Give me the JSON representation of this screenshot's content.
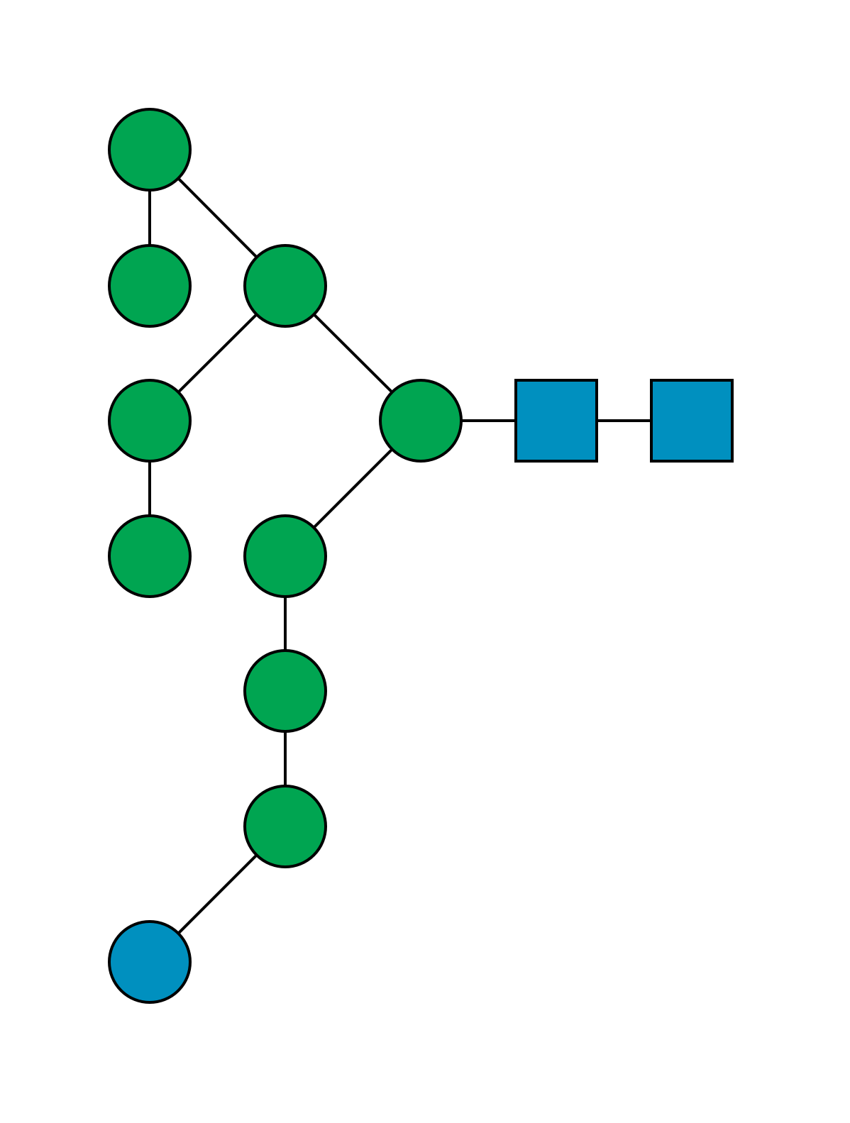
{
  "colors": {
    "green": "#00a551",
    "blue": "#0090bf",
    "outline": "#000000",
    "background": "#ffffff"
  },
  "nodes": [
    {
      "id": "n1",
      "shape": "circle",
      "color": "green"
    },
    {
      "id": "n2",
      "shape": "circle",
      "color": "green"
    },
    {
      "id": "n3",
      "shape": "circle",
      "color": "green"
    },
    {
      "id": "n4",
      "shape": "circle",
      "color": "green"
    },
    {
      "id": "n5",
      "shape": "circle",
      "color": "green"
    },
    {
      "id": "n6",
      "shape": "circle",
      "color": "green"
    },
    {
      "id": "n7",
      "shape": "square",
      "color": "blue"
    },
    {
      "id": "n8",
      "shape": "square",
      "color": "blue"
    },
    {
      "id": "n9",
      "shape": "circle",
      "color": "green"
    },
    {
      "id": "n10",
      "shape": "circle",
      "color": "green"
    },
    {
      "id": "n11",
      "shape": "circle",
      "color": "green"
    },
    {
      "id": "n12",
      "shape": "circle",
      "color": "blue"
    }
  ],
  "edges": [
    [
      "n1",
      "n2"
    ],
    [
      "n1",
      "n3"
    ],
    [
      "n3",
      "n4"
    ],
    [
      "n4",
      "n5"
    ],
    [
      "n3",
      "n6"
    ],
    [
      "n6",
      "n7"
    ],
    [
      "n7",
      "n8"
    ],
    [
      "n6",
      "n9"
    ],
    [
      "n9",
      "n10"
    ],
    [
      "n10",
      "n11"
    ],
    [
      "n11",
      "n12"
    ]
  ]
}
